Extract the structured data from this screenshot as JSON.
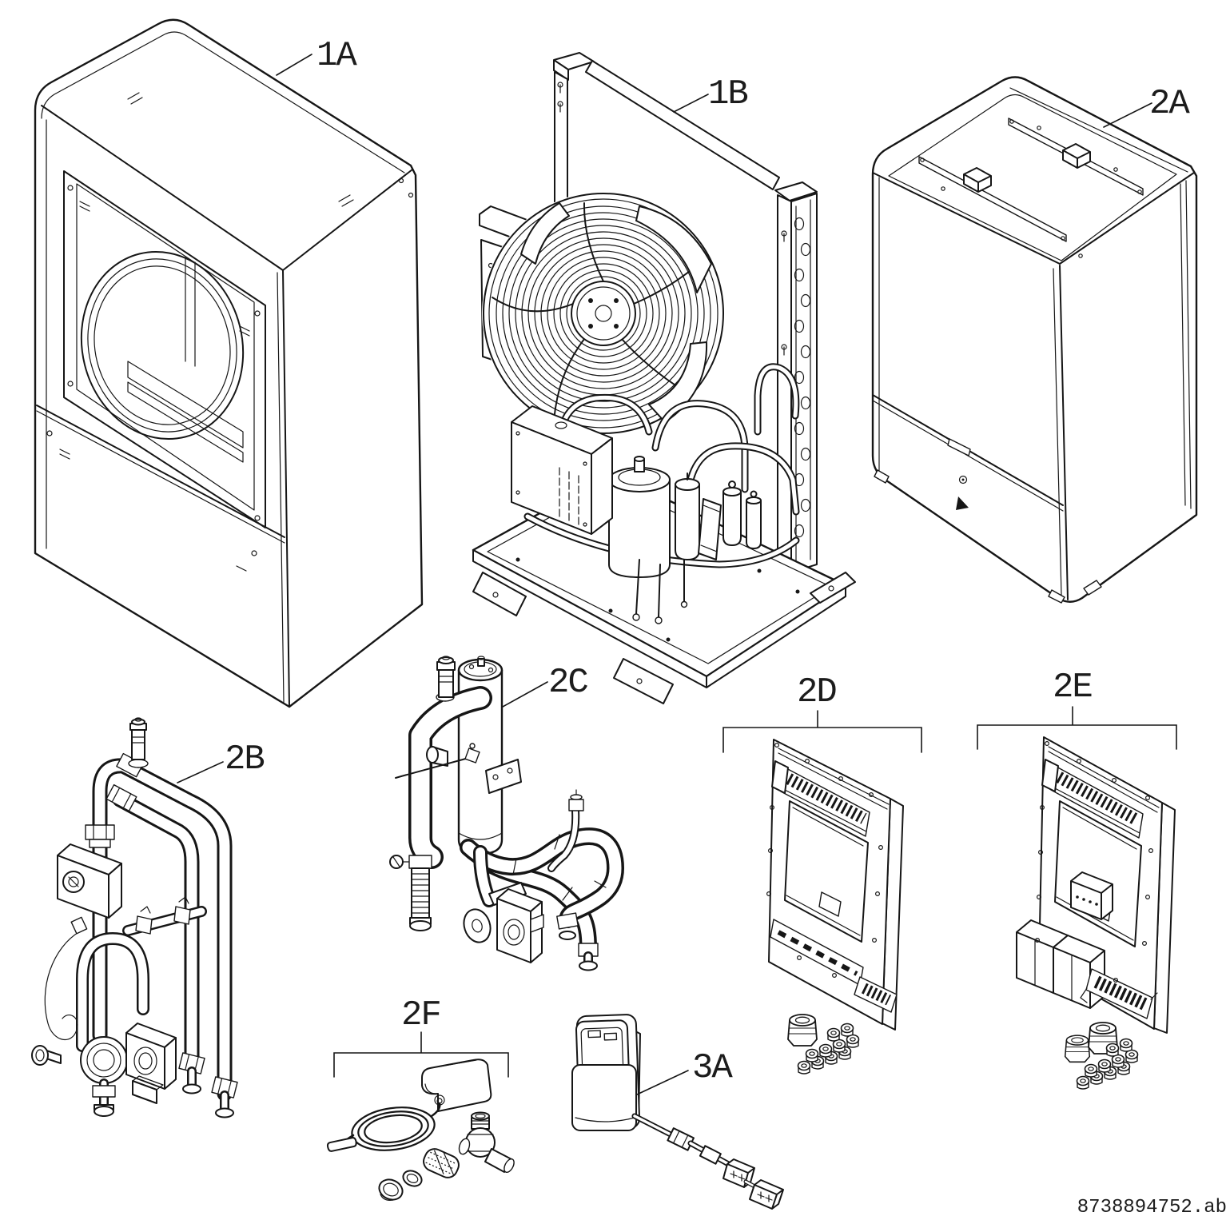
{
  "figure": {
    "kind": "exploded-parts-diagram-heat-pump",
    "background": "#ffffff",
    "line_color": "#161616",
    "document_number": "8738894752.ab"
  },
  "parts": [
    {
      "id": "1A",
      "label": "1A",
      "depicts": "outdoor-unit-front-casing"
    },
    {
      "id": "1B",
      "label": "1B",
      "depicts": "outdoor-unit-internal-assembly-fan-compressor-coil"
    },
    {
      "id": "2A",
      "label": "2A",
      "depicts": "indoor-unit-casing"
    },
    {
      "id": "2B",
      "label": "2B",
      "depicts": "piping-group-with-pump-and-valve"
    },
    {
      "id": "2C",
      "label": "2C",
      "depicts": "piping-group-with-header-and-pump"
    },
    {
      "id": "2D",
      "label": "2D",
      "depicts": "wiring-panel-with-cable-glands"
    },
    {
      "id": "2E",
      "label": "2E",
      "depicts": "wiring-panel-with-relays-and-cable-glands"
    },
    {
      "id": "2F",
      "label": "2F",
      "depicts": "sensor-cable-valve-and-filter-kit"
    },
    {
      "id": "3A",
      "label": "3A",
      "depicts": "controller-with-connection-cable"
    }
  ]
}
